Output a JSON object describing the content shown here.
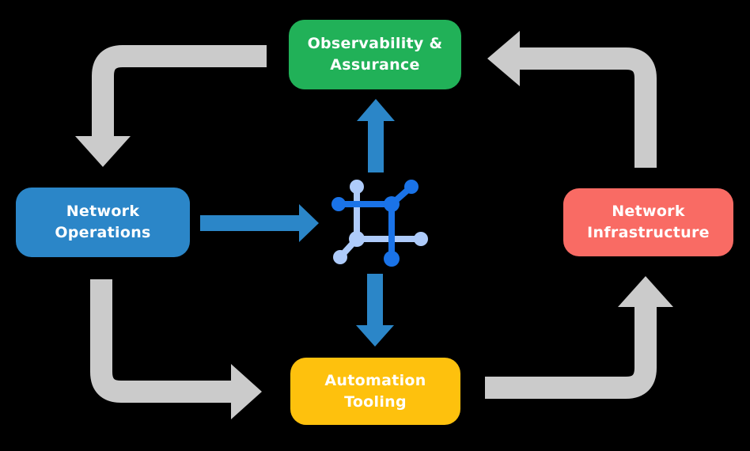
{
  "colors": {
    "background": "#000000",
    "green": "#21b158",
    "blue": "#2b86c8",
    "red": "#f96b64",
    "yellow": "#fec10d",
    "arrow-gray": "#cbcbcb",
    "hub-dark": "#1a73e8",
    "hub-light": "#aecbfa",
    "text": "#ffffff"
  },
  "nodes": {
    "observability": {
      "line1": "Observability &",
      "line2": "Assurance",
      "color": "#21b158"
    },
    "operations": {
      "line1": "Network",
      "line2": "Operations",
      "color": "#2b86c8"
    },
    "infrastructure": {
      "line1": "Network",
      "line2": "Infrastructure",
      "color": "#f96b64"
    },
    "automation": {
      "line1": "Automation",
      "line2": "Tooling",
      "color": "#fec10d"
    }
  },
  "icons": {
    "hub": "network-hub-icon"
  },
  "connections": [
    {
      "from": "Observability & Assurance",
      "to": "Network Operations",
      "style": "gray-cycle"
    },
    {
      "from": "Network Operations",
      "to": "Automation Tooling",
      "style": "gray-cycle"
    },
    {
      "from": "Automation Tooling",
      "to": "Network Infrastructure",
      "style": "gray-cycle"
    },
    {
      "from": "Network Infrastructure",
      "to": "Observability & Assurance",
      "style": "gray-cycle"
    },
    {
      "from": "Network Operations",
      "to": "network-hub",
      "style": "blue"
    },
    {
      "from": "network-hub",
      "to": "Observability & Assurance",
      "style": "blue"
    },
    {
      "from": "network-hub",
      "to": "Automation Tooling",
      "style": "blue"
    }
  ]
}
